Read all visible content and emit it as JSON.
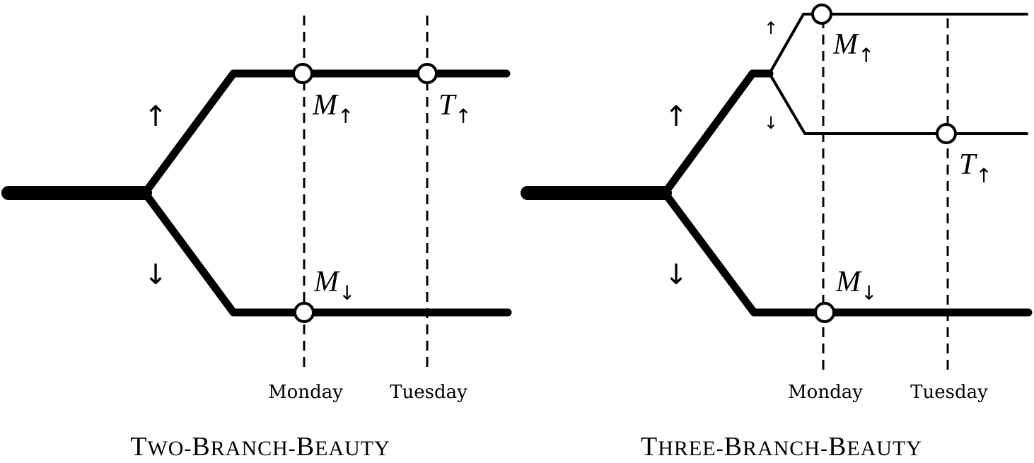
{
  "diagrams": [
    {
      "caption": {
        "first": "T",
        "rest1": "WO-",
        "second": "B",
        "rest2": "RANCH-",
        "third": "B",
        "rest3": "EAUTY"
      },
      "days": [
        "Monday",
        "Tuesday"
      ],
      "branch_arrows": {
        "up": "↑",
        "down": "↓"
      },
      "points": [
        {
          "letter": "M",
          "sub": "↑"
        },
        {
          "letter": "T",
          "sub": "↑"
        },
        {
          "letter": "M",
          "sub": "↓"
        }
      ]
    },
    {
      "caption": {
        "first": "T",
        "rest1": "HREE-",
        "second": "B",
        "rest2": "RANCH-",
        "third": "B",
        "rest3": "EAUTY"
      },
      "days": [
        "Monday",
        "Tuesday"
      ],
      "branch_arrows": {
        "up": "↑",
        "down": "↓",
        "up_small": "↑",
        "down_small": "↓"
      },
      "points": [
        {
          "letter": "M",
          "sub": "↑"
        },
        {
          "letter": "T",
          "sub": "↑"
        },
        {
          "letter": "M",
          "sub": "↓"
        }
      ]
    }
  ]
}
